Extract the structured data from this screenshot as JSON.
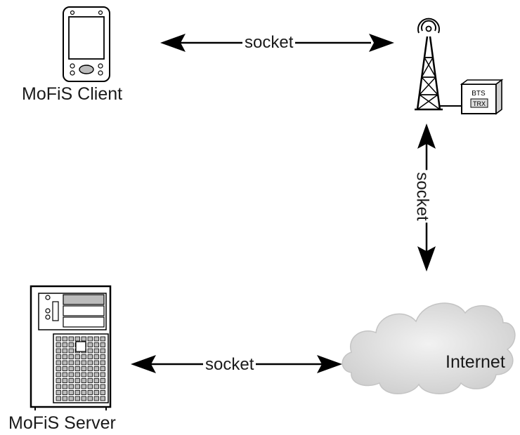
{
  "nodes": {
    "client": {
      "label": "MoFiS Client",
      "icon": "pda-icon"
    },
    "tower": {
      "icon": "cell-tower-icon",
      "bts_label": "BTS",
      "trx_label": "TRX"
    },
    "internet": {
      "label": "Internet",
      "icon": "cloud-icon"
    },
    "server": {
      "label": "MoFiS Server",
      "icon": "server-icon"
    }
  },
  "connections": {
    "client_tower": {
      "label": "socket"
    },
    "tower_internet": {
      "label": "socket"
    },
    "server_internet": {
      "label": "socket"
    }
  },
  "colors": {
    "line": "#000000",
    "cloud": "#e3e3e3",
    "device": "#ffffff",
    "device_detail": "#bcbcbc"
  }
}
